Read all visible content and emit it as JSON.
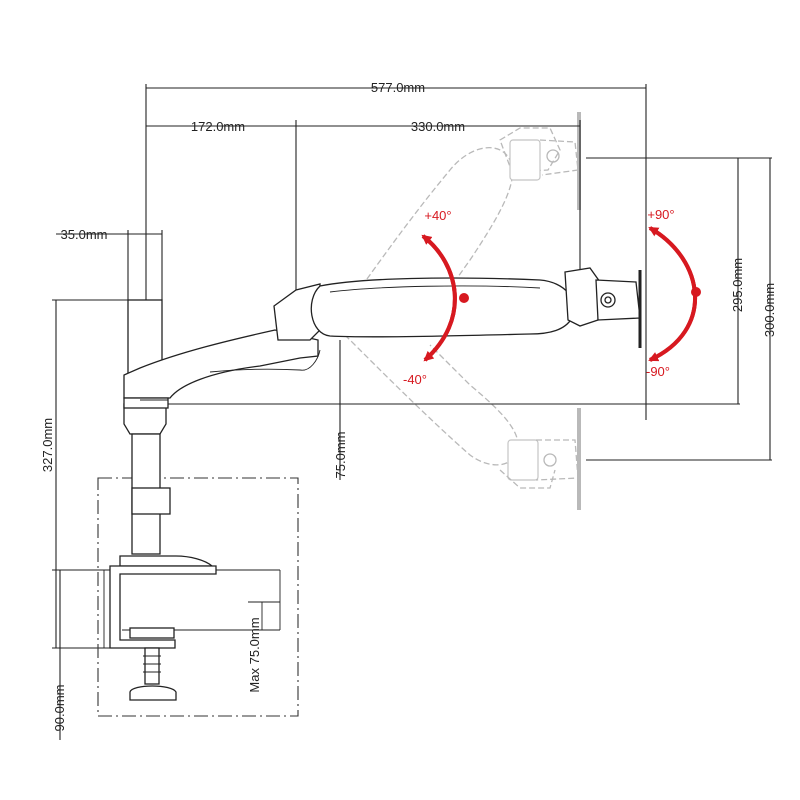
{
  "colors": {
    "line": "#222222",
    "ghost": "#b9b9b9",
    "accent": "#d71920"
  },
  "dimensions": {
    "total_reach": "577.0mm",
    "first_arm": "172.0mm",
    "second_arm": "330.0mm",
    "pole_diameter": "35.0mm",
    "pole_height": "327.0mm",
    "clamp_height": "90.0mm",
    "arm_drop": "75.0mm",
    "desk_thickness_max": "Max 75.0mm",
    "vertical_range_a": "295.0mm",
    "vertical_range_b": "300.0mm"
  },
  "angles": {
    "tilt_up": "+40°",
    "tilt_down": "-40°",
    "rotate_pos": "+90°",
    "rotate_neg": "-90°"
  }
}
